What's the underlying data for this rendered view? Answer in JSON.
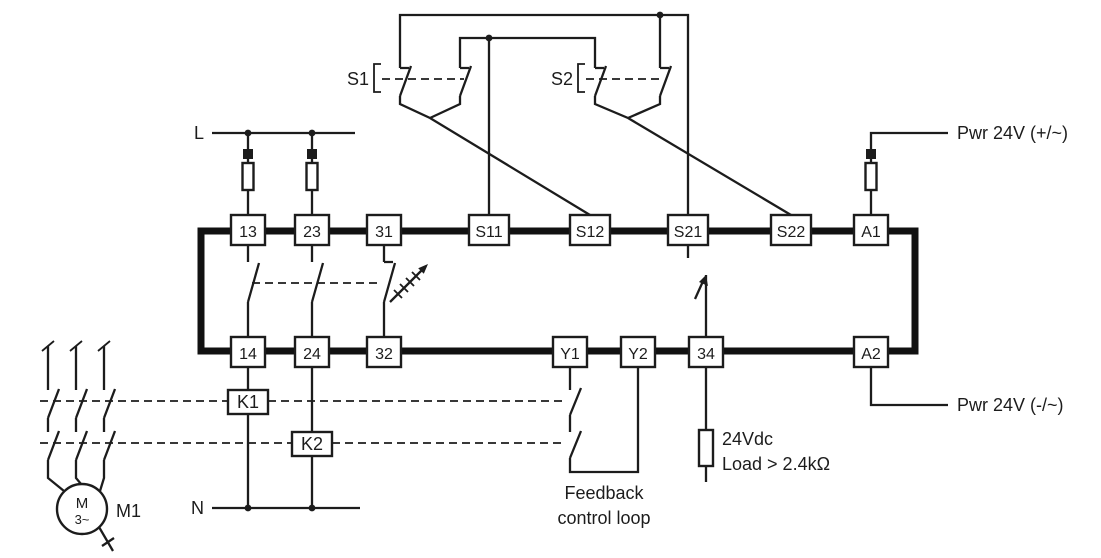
{
  "colors": {
    "wire": "#1c1c1c",
    "background": "#ffffff"
  },
  "labels": {
    "line": "L",
    "neutral": "N",
    "switch1": "S1",
    "switch2": "S2",
    "pwr_positive": "Pwr 24V (+/~)",
    "pwr_negative": "Pwr 24V (-/~)",
    "contactor1": "K1",
    "contactor2": "K2",
    "motor_ref": "M1",
    "motor_letter": "M",
    "motor_phases": "3~",
    "load_voltage": "24Vdc",
    "load_rating": "Load > 2.4kΩ",
    "feedback_line1": "Feedback",
    "feedback_line2": "control loop"
  },
  "terminals": {
    "top": [
      "13",
      "23",
      "31",
      "S11",
      "S12",
      "S21",
      "S22",
      "A1"
    ],
    "bottom": [
      "14",
      "24",
      "32",
      "Y1",
      "Y2",
      "34",
      "A2"
    ]
  }
}
